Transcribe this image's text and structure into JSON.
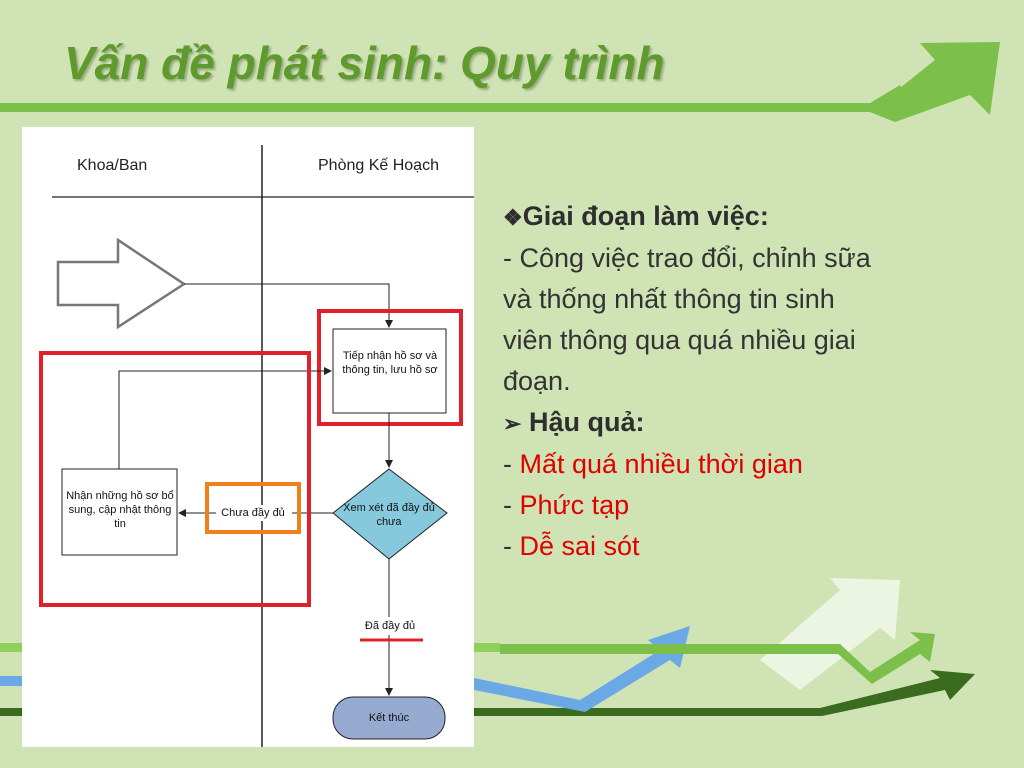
{
  "slide": {
    "title": "Vấn đề phát sinh: Quy trình",
    "colors": {
      "background": "#cfe3b4",
      "title": "#5f9a2d",
      "highlight_red": "#e0202a",
      "highlight_orange": "#f07f1d",
      "decision_fill": "#86c9dd",
      "end_fill": "#97abd0"
    }
  },
  "diagram": {
    "lanes": [
      "Khoa/Ban",
      "Phòng Kế Hoạch"
    ],
    "nodes": {
      "receive": "Tiếp nhận hồ sơ và thông tin, lưu hồ sơ",
      "review": "Xem xét đã đầy đủ chưa",
      "supplement": "Nhận những hồ sơ bổ sung, cập nhật thông tin",
      "end": "Kết thúc"
    },
    "edge_labels": {
      "incomplete": "Chưa đầy đủ",
      "complete": "Đã đầy đủ"
    }
  },
  "content": {
    "section1_bullet": "❖",
    "section1_heading": "Giai đoạn làm việc:",
    "section1_lines": [
      "- Công việc trao đổi, chỉnh sữa",
      "và thống nhất thông tin sinh",
      "viên thông qua quá nhiều giai",
      "đoạn."
    ],
    "section2_bullet": "➢",
    "section2_heading": "Hậu quả:",
    "consequences": [
      "Mất quá nhiều thời gian",
      "Phức tạp",
      "Dễ sai sót"
    ],
    "dash": "- "
  }
}
